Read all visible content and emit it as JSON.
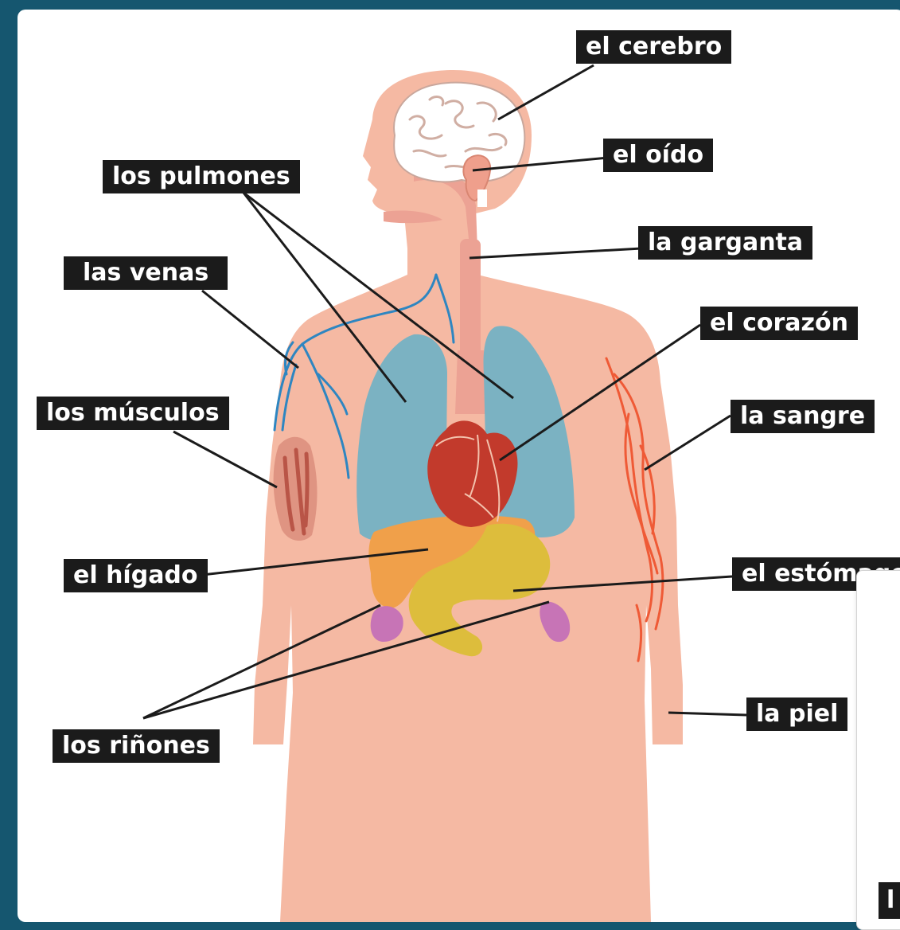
{
  "labels": {
    "cerebro": "el cerebro",
    "oido": "el oído",
    "pulmones": "los pulmones",
    "garganta": "la garganta",
    "venas": "las venas",
    "corazon": "el corazón",
    "sangre": "la sangre",
    "musculos": "los músculos",
    "higado": "el hígado",
    "estomago": "el estómago",
    "rinones": "los riñones",
    "piel": "la piel"
  },
  "popup_tag": "l",
  "colors": {
    "frame": "#15566f",
    "skin": "#f5b9a3",
    "lungs": "#7bb2c2",
    "heart": "#c23a2c",
    "liver": "#f0a04a",
    "stomach": "#ddbd3c",
    "kidneys": "#c774b6",
    "veins": "#2e86c1",
    "blood": "#ef5a36",
    "label_bg": "#1b1b1b"
  }
}
